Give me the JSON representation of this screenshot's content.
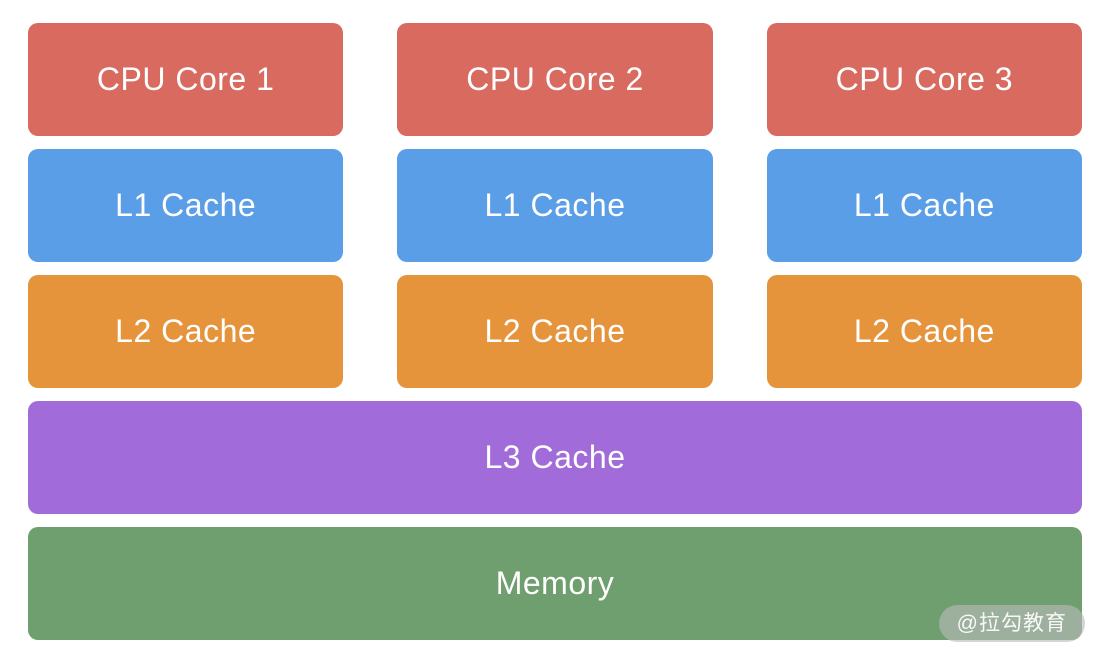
{
  "blocks": {
    "cores": [
      "CPU Core 1",
      "CPU Core 2",
      "CPU Core 3"
    ],
    "l1": [
      "L1 Cache",
      "L1 Cache",
      "L1 Cache"
    ],
    "l2": [
      "L2 Cache",
      "L2 Cache",
      "L2 Cache"
    ],
    "l3": "L3 Cache",
    "memory": "Memory"
  },
  "colors": {
    "core": "#d96a5f",
    "l1": "#5b9ee8",
    "l2": "#e6943c",
    "l3": "#a16cd9",
    "memory": "#6f9e6f",
    "text": "#ffffff",
    "watermark_bg": "rgba(185,185,185,0.62)"
  },
  "watermark": "@拉勾教育"
}
